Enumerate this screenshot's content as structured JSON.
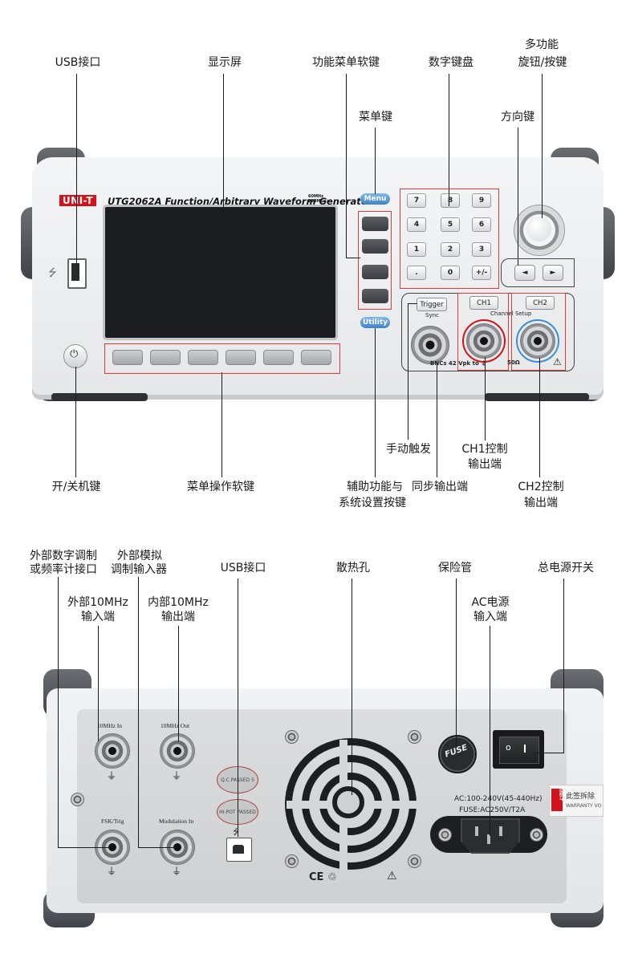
{
  "front_labels": {
    "usb": "USB接口",
    "display": "显示屏",
    "menu_softkeys": "功能菜单软键",
    "keypad": "数字键盘",
    "knob_line1": "多功能",
    "knob_line2": "旋钮/按键",
    "menu_key": "菜单键",
    "arrow_keys": "方向键",
    "manual_trigger": "手动触发",
    "ch1_line1": "CH1控制",
    "ch1_line2": "输出端",
    "power_key": "开/关机键",
    "softkeys": "菜单操作软键",
    "utility_line1": "辅助功能与",
    "utility_line2": "系统设置按键",
    "sync_out": "同步输出端",
    "ch2_line1": "CH2控制",
    "ch2_line2": "输出端"
  },
  "rear_labels": {
    "ext_digital_line1": "外部数字调制",
    "ext_digital_line2": "或频率计接口",
    "ext_analog_line1": "外部模拟",
    "ext_analog_line2": "调制输入器",
    "usb": "USB接口",
    "vents": "散热孔",
    "fuse": "保险管",
    "main_switch": "总电源开关",
    "ext10_line1": "外部10MHz",
    "ext10_line2": "输入端",
    "int10_line1": "内部10MHz",
    "int10_line2": "输出端",
    "ac_line1": "AC电源",
    "ac_line2": "输入端"
  },
  "device": {
    "brand": "UNI-T",
    "model": "UTG2062A Function/Arbitrary Waveform Generator",
    "spec_line1": "60MHz",
    "spec_line2": "250MSa/s",
    "menu_button": "Menu",
    "utility_button": "Utility",
    "trigger_button": "Trigger",
    "sync_label": "Sync",
    "ch1_button": "CH1",
    "ch2_button": "CH2",
    "channel_setup": "Channel Setup",
    "bnc_note": "BNCs 42 Vpk to ⏚",
    "impedance": "50Ω",
    "keypad": [
      "7",
      "8",
      "9",
      "4",
      "5",
      "6",
      "1",
      "2",
      "3",
      ".",
      "0",
      "+/-"
    ],
    "arrow_left": "◄",
    "arrow_right": "►",
    "power_symbol": "⏻",
    "usb_symbol": "⭍",
    "warning_symbol": "⚠"
  },
  "rear_panel": {
    "in10": "10MHz In",
    "out10": "10MHz Out",
    "fsk": "FSK/Trig",
    "modulation": "Modulation In",
    "qc_badge": "Q.C PASSED 5",
    "hipot_badge": "HI-POT PASSED",
    "fuse_cap": "FUSE",
    "ac_rating": "AC:100-240V(45-440Hz)",
    "fuse_rating": "FUSE:AC250V/T2A",
    "ce_mark": "CE ♲",
    "warning_symbol": "⚠",
    "seal_brand": "UNI-T",
    "seal_text1": "此签拆除",
    "seal_text2": "WARRANTY VO",
    "ground_symbol": "⏚",
    "switch_on": "▬",
    "switch_off": "o"
  },
  "colors": {
    "callout_line": "#1a1a1a",
    "highlight_box": "#e23b3b",
    "brand_red": "#d5121a",
    "blue_key": "#3f84c9",
    "ch2_ring": "#3a8fd6"
  }
}
